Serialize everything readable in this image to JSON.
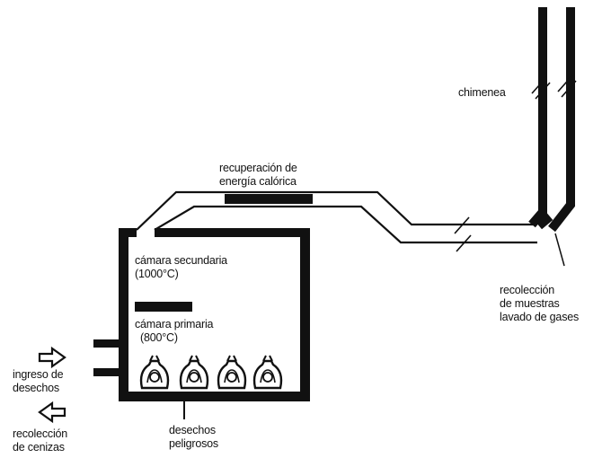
{
  "labels": {
    "chimney": "chimenea",
    "heat_recovery": [
      "recuperación de",
      "energía calórica"
    ],
    "secondary_chamber": [
      "cámara secundaria",
      "(1000°C)"
    ],
    "primary_chamber": [
      "cámara primaria",
      "(800°C)"
    ],
    "sampling": [
      "recolección",
      "de muestras",
      "lavado de gases"
    ],
    "waste_input": [
      "ingreso de",
      "desechos"
    ],
    "ash_collection": [
      "recolección",
      "de cenizas"
    ],
    "hazardous_waste": [
      "desechos",
      "peligrosos"
    ]
  },
  "icons": {
    "input_arrow": "arrow-right-outline",
    "output_arrow": "arrow-left-outline",
    "waste_bag": "biohazard-bag"
  },
  "colors": {
    "stroke": "#111111",
    "background": "#ffffff"
  }
}
